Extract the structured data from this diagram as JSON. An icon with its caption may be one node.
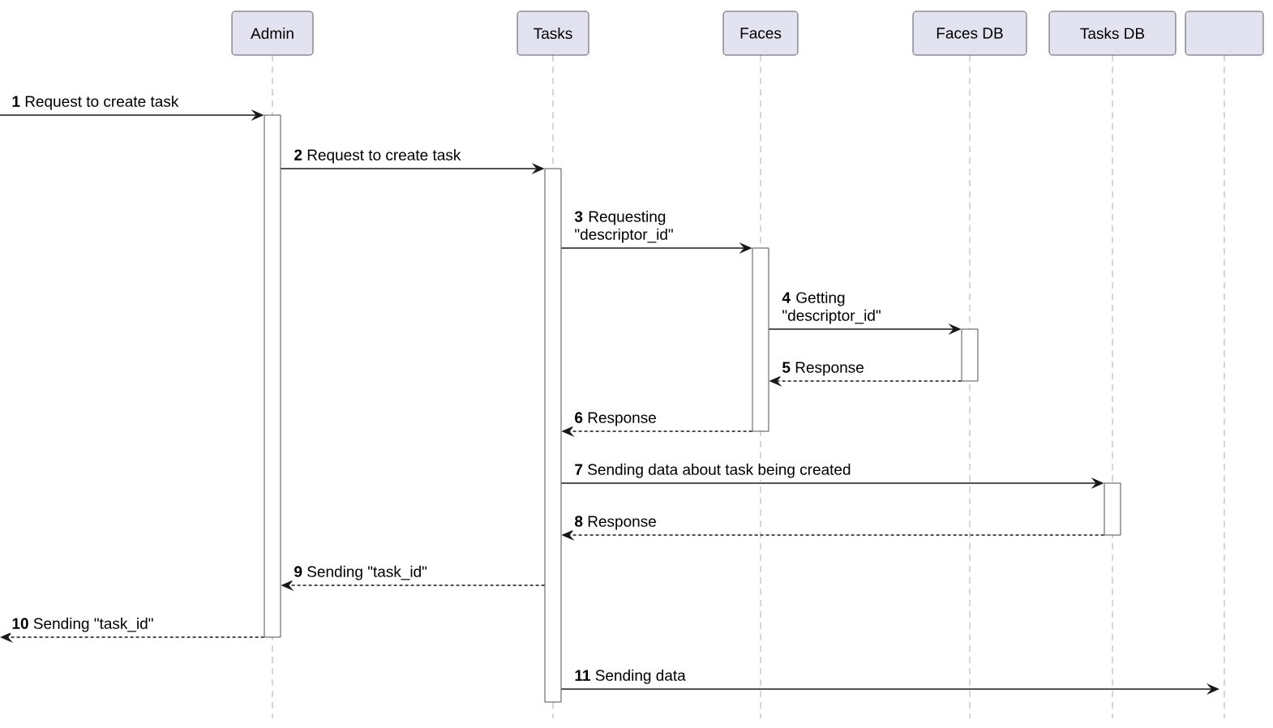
{
  "diagram": {
    "nodes": [
      {
        "text": [
          "Admin"
        ]
      },
      {
        "text": [
          "Tasks"
        ]
      },
      {
        "text": [
          "Faces"
        ]
      },
      {
        "text": [
          "Faces DB"
        ]
      },
      {
        "text": [
          "Tasks DB"
        ]
      },
      {
        "text": [],
        "shape": "box"
      },
      {
        "text": [],
        "shape": "bar"
      },
      {
        "text": [],
        "shape": "bar"
      },
      {
        "text": [],
        "shape": "bar"
      },
      {
        "text": [],
        "shape": "bar"
      },
      {
        "text": [],
        "shape": "bar"
      }
    ],
    "edges": [
      {
        "from": null,
        "to": 6,
        "arrow": "to",
        "label": "**1** Request to create task"
      },
      {
        "from": 6,
        "to": 7,
        "arrow": "to",
        "label": "**2** Request to create task"
      },
      {
        "from": 7,
        "to": 8,
        "arrow": "to",
        "label": "**3** Requesting \"descriptor_id\""
      },
      {
        "from": 8,
        "to": 9,
        "arrow": "to",
        "label": "**4** Getting \"descriptor_id\""
      },
      {
        "from": 9,
        "to": 8,
        "arrow": "to",
        "style": "dashed",
        "label": "**5** Response"
      },
      {
        "from": 8,
        "to": 7,
        "arrow": "to",
        "style": "dashed",
        "label": "**6** Response"
      },
      {
        "from": 7,
        "to": 10,
        "arrow": "to",
        "label": "**7** Sending data about task being created"
      },
      {
        "from": 10,
        "to": 7,
        "arrow": "to",
        "style": "dashed",
        "label": "**8** Response"
      },
      {
        "from": 7,
        "to": 6,
        "arrow": "to",
        "style": "dashed",
        "label": "**9** Sending \"task_id\""
      },
      {
        "from": 6,
        "to": null,
        "arrow": "to",
        "style": "dashed",
        "label": "**10** Sending \"task_id\""
      },
      {
        "from": 7,
        "to": null,
        "arrow": "to",
        "label": "**11** Sending data"
      }
    ]
  }
}
